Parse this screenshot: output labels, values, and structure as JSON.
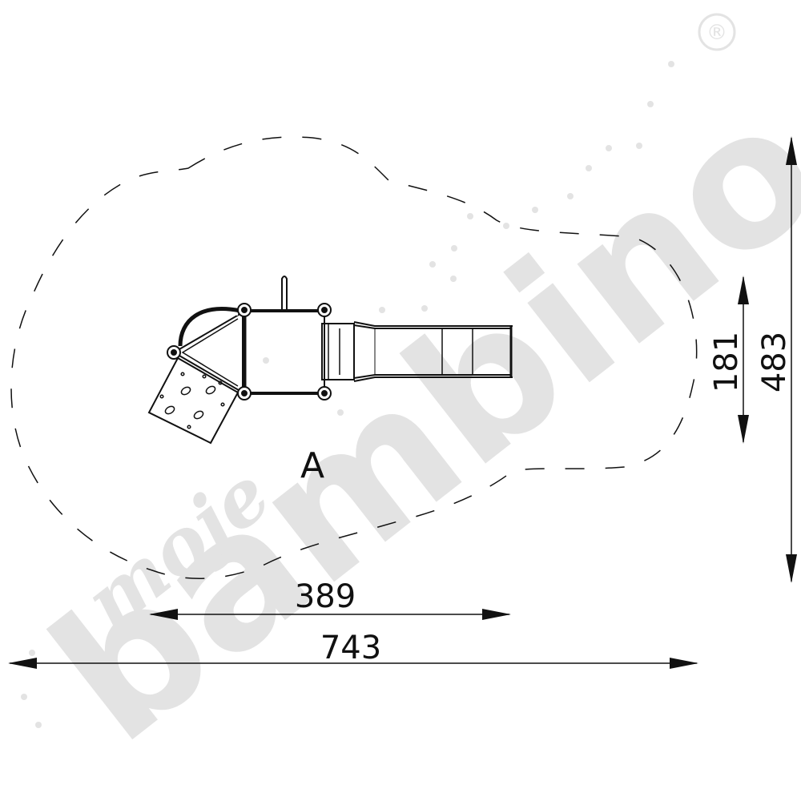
{
  "watermark": {
    "brand": "bambino",
    "prefix": "moje",
    "registered": "®",
    "color": "#e3e3e3"
  },
  "plan": {
    "zone_label": "A",
    "dimensions": {
      "structure_width": "389",
      "total_width": "743",
      "structure_depth": "181",
      "total_depth": "483"
    }
  },
  "colors": {
    "line": "#111111",
    "background": "#ffffff"
  }
}
